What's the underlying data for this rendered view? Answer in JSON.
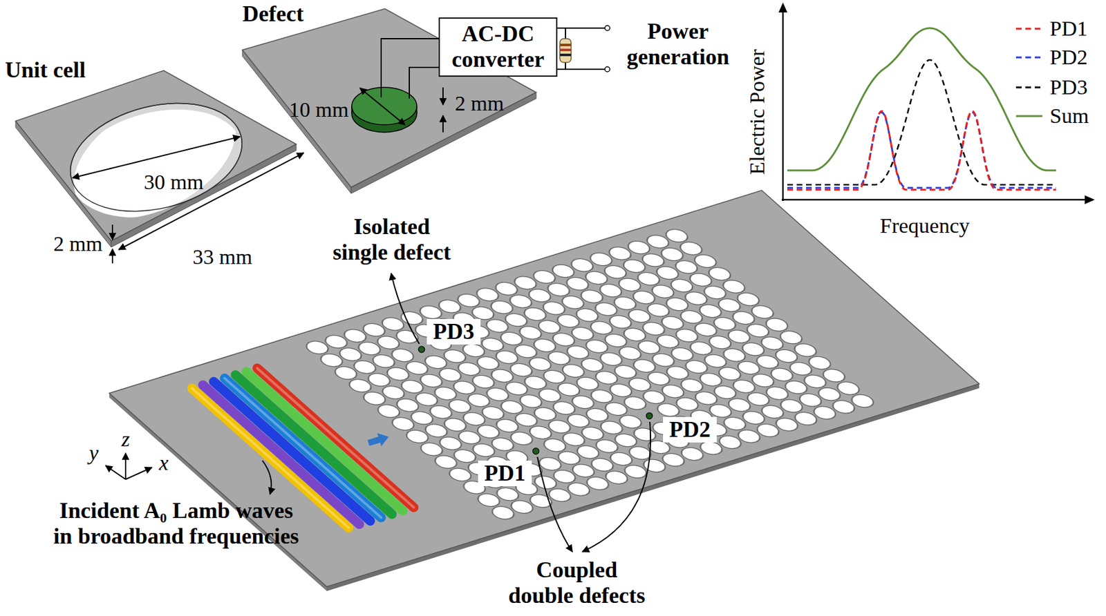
{
  "diagram": {
    "nodes": [
      {
        "text": [
          "AC-DC converter"
        ]
      }
    ],
    "labels": [
      "Unit cell",
      "30 mm",
      "2 mm",
      "33 mm",
      "Defect",
      "10 mm",
      "2 mm",
      "Power generation",
      "Electric Power",
      "Frequency",
      "Isolated single defect",
      "PD3",
      "PD2",
      "PD1",
      "Coupled double defects",
      "Incident A₀ Lamb waves in broadband frequencies",
      "y",
      "z",
      "x"
    ],
    "legend": [
      {
        "text": "PD1"
      },
      {
        "text": "PD2"
      },
      {
        "text": "PD3"
      },
      {
        "text": "Sum"
      }
    ]
  }
}
